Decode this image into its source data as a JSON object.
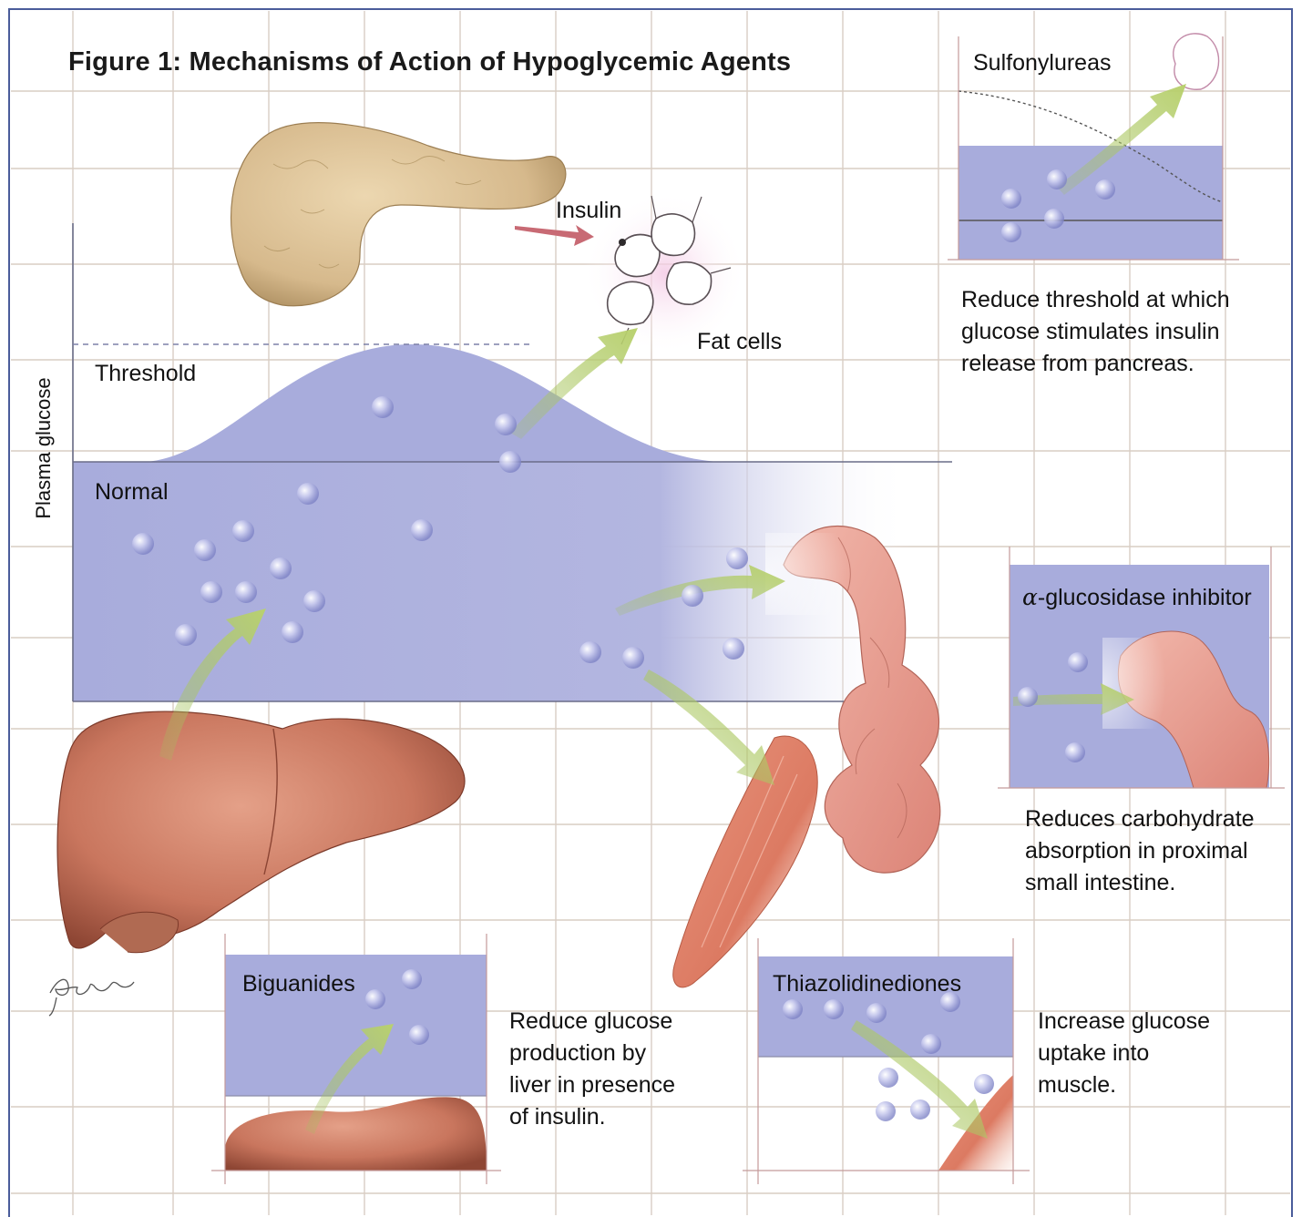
{
  "title": "Figure 1: Mechanisms of Action of Hypoglycemic Agents",
  "axis": {
    "ylabel": "Plasma glucose",
    "threshold_label": "Threshold",
    "normal_label": "Normal"
  },
  "organs": {
    "insulin": "Insulin",
    "fat_cells": "Fat cells"
  },
  "panels": {
    "sulfonylureas": {
      "name": "Sulfonylureas",
      "caption": [
        "Reduce threshold at which",
        "glucose stimulates insulin",
        "release from pancreas."
      ]
    },
    "alpha_glucosidase": {
      "symbol": "α",
      "name": "-glucosidase inhibitor",
      "caption": [
        "Reduces carbohydrate",
        "absorption in proximal",
        "small intestine."
      ]
    },
    "biguanides": {
      "name": "Biguanides",
      "caption": [
        "Reduce glucose",
        "production by",
        "liver in presence",
        "of insulin."
      ]
    },
    "thiazolidinediones": {
      "name": "Thiazolidinediones",
      "caption": [
        "Increase glucose",
        "uptake into",
        "muscle."
      ]
    }
  },
  "signature": "Parkerson",
  "colors": {
    "glucose_fill": "#a8acdc",
    "arrow": "#b5cc6a",
    "liver": "#c9765e",
    "pancreas": "#d6b98c",
    "muscle": "#dc7a62",
    "intestine": "#e59a8e",
    "fat_cell_glow": "#d77fb5",
    "grid": "#d9cdc4",
    "frame": "#4a5c9a"
  }
}
